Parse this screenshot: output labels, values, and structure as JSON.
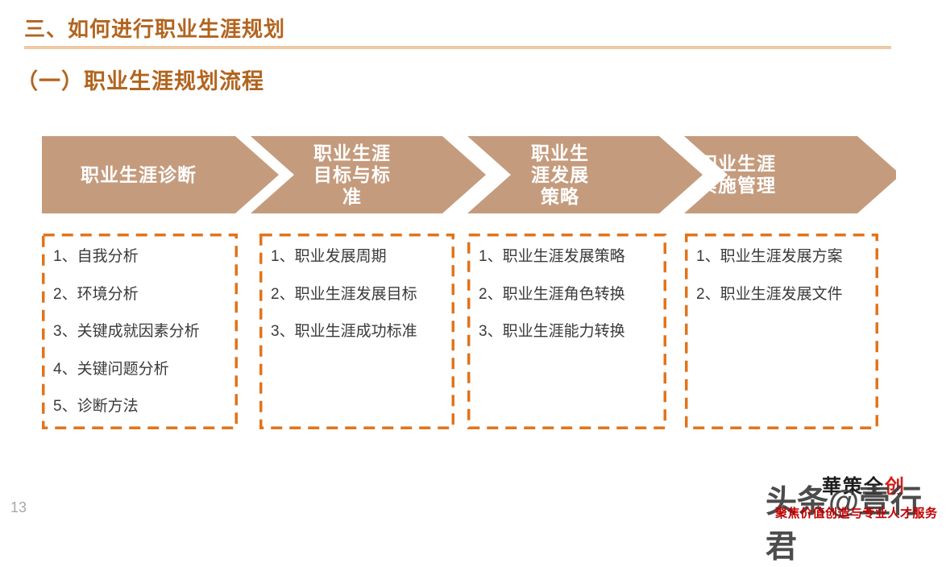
{
  "header": {
    "title": "三、如何进行职业生涯规划",
    "subtitle": "（一）职业生涯规划流程"
  },
  "colors": {
    "title_brown": "#b2641e",
    "divider_tan": "#f0c9a3",
    "arrow_fill_tan": "#c59b7d",
    "dashed_border_orange": "#e0741c",
    "body_text": "#3a3a3a",
    "tagline_red": "#c00000",
    "watermark_gray": "#3d3d3d"
  },
  "process": {
    "steps": [
      {
        "label": "职业生涯诊断",
        "items": [
          "1、自我分析",
          "2、环境分析",
          "3、关键成就因素分析",
          "4、关键问题分析",
          "5、诊断方法"
        ]
      },
      {
        "label": "职业生涯\n目标与标\n准",
        "items": [
          "1、职业发展周期",
          "2、职业生涯发展目标",
          "3、职业生涯成功标准"
        ]
      },
      {
        "label": "职业生\n涯发展\n策略",
        "items": [
          "1、职业生涯发展策略",
          "2、职业生涯角色转换",
          "3、职业生涯能力转换"
        ]
      },
      {
        "label": "职业生涯\n实施管理",
        "items": [
          "1、职业生涯发展方案",
          "2、职业生涯发展文件"
        ]
      }
    ]
  },
  "footer": {
    "page_number": "13",
    "logo_black": "華策全",
    "logo_red": "创",
    "tagline": "聚焦价值创造与专业人才服务",
    "watermark": "头条@壹行君"
  }
}
